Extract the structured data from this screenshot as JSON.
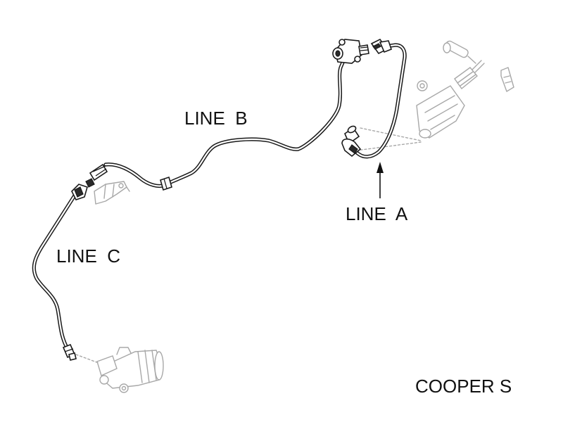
{
  "labels": {
    "line_a": "LINE  A",
    "line_b": "LINE  B",
    "line_c": "LINE  C",
    "model": "COOPER S"
  },
  "colors": {
    "line": "#1a1a1a",
    "ghost_parts": "#a8a8a8",
    "background": "#ffffff"
  }
}
